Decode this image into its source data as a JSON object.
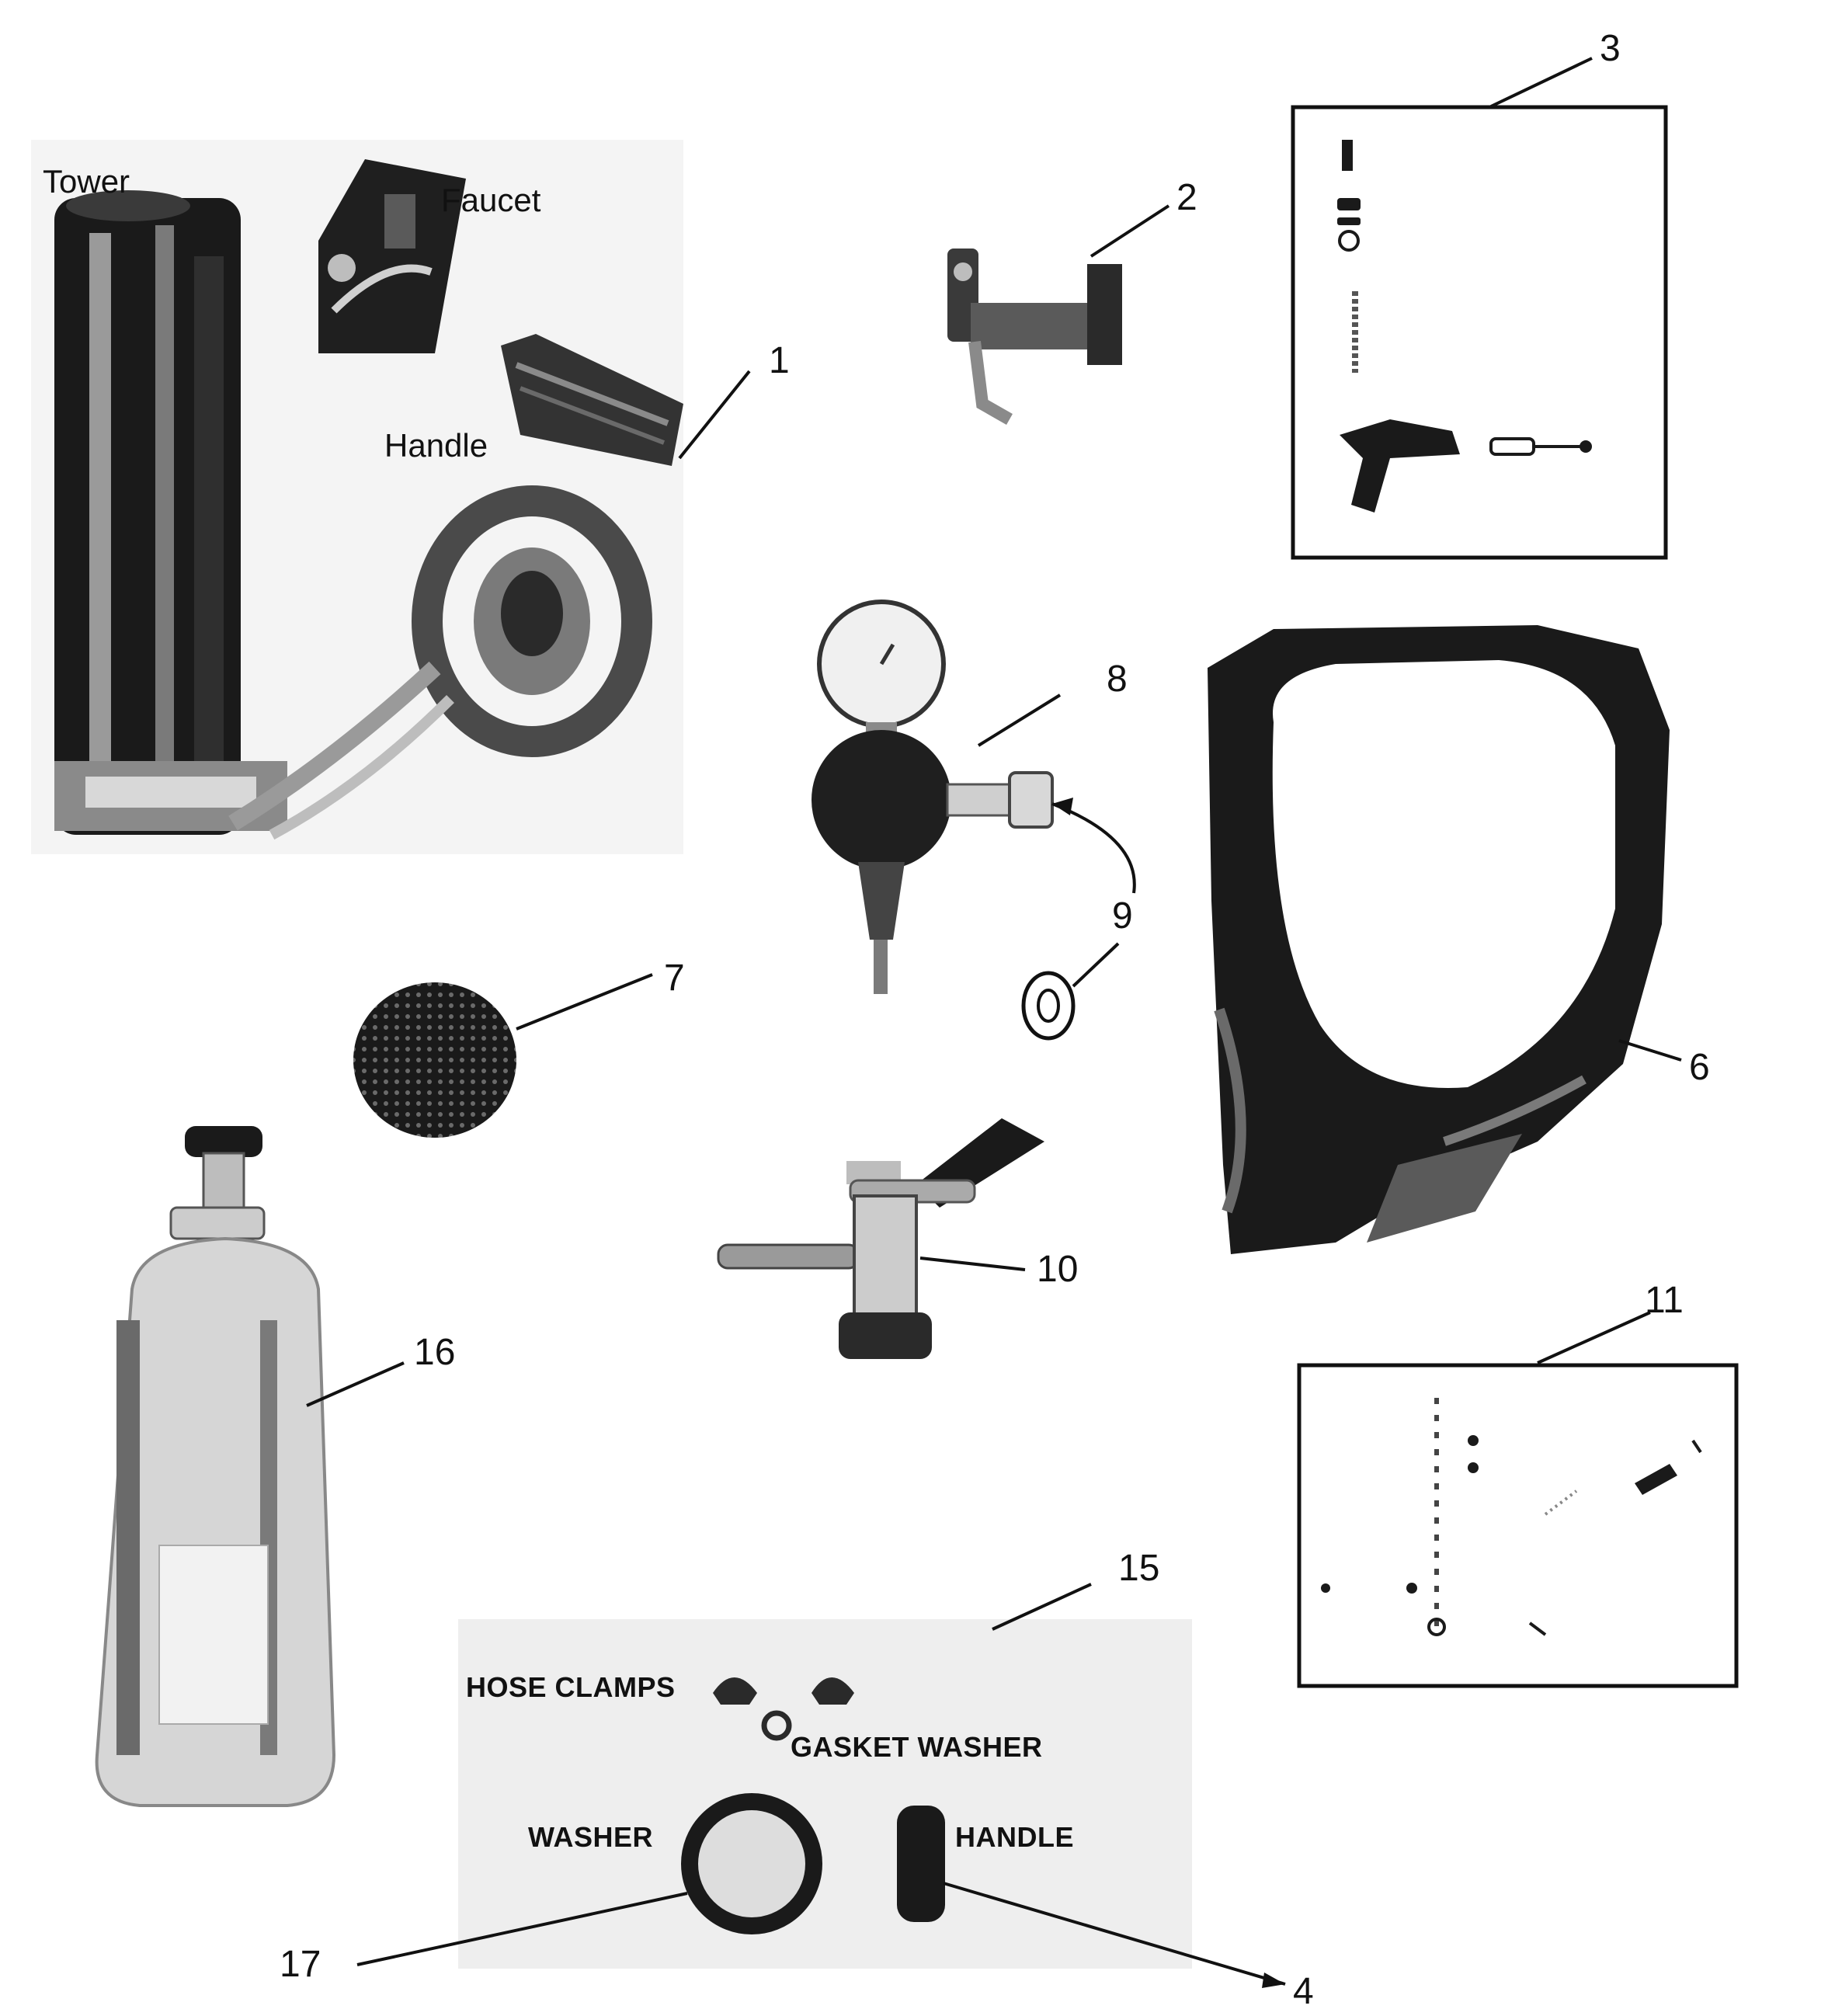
{
  "colors": {
    "ink": "#111111",
    "dark_part": "#1a1a1a",
    "mid_gray": "#6d6d6d",
    "light_gray": "#c8c8c8",
    "panel_gray": "#e6e6e6"
  },
  "callouts": {
    "n1": "1",
    "n2": "2",
    "n3": "3",
    "n4": "4",
    "n6": "6",
    "n7": "7",
    "n8": "8",
    "n9": "9",
    "n10": "10",
    "n11": "11",
    "n15": "15",
    "n16": "16",
    "n17": "17"
  },
  "part_labels": {
    "tower": "Tower",
    "faucet": "Faucet",
    "handle": "Handle"
  },
  "kit_labels": {
    "hose_clamps": "HOSE CLAMPS",
    "gasket_washer": "GASKET WASHER",
    "washer": "WASHER",
    "handle": "HANDLE"
  },
  "icons": {
    "tower": "beer-tower-icon",
    "faucet": "faucet-icon",
    "handle": "tap-handle-icon",
    "hose": "beverage-hose-icon",
    "regulator": "co2-regulator-icon",
    "coupler": "keg-coupler-icon",
    "cylinder": "co2-cylinder-icon",
    "drip_tray": "drip-tray-icon",
    "door_gasket": "door-gasket-icon"
  }
}
